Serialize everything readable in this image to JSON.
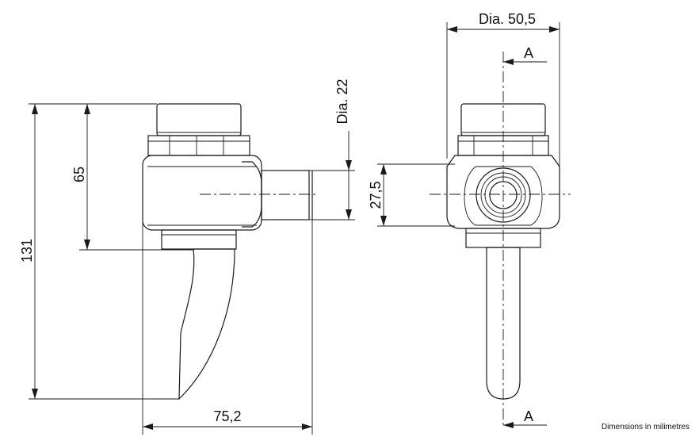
{
  "dimensions": {
    "overall_height": "131",
    "upper_height": "65",
    "outlet_dia": "Dia. 22",
    "body_height": "27,5",
    "overall_width": "Dia. 50,5",
    "projection": "75,2"
  },
  "section_marks": {
    "top": "A",
    "bottom": "A"
  },
  "note": "Dimensions in milimetres"
}
